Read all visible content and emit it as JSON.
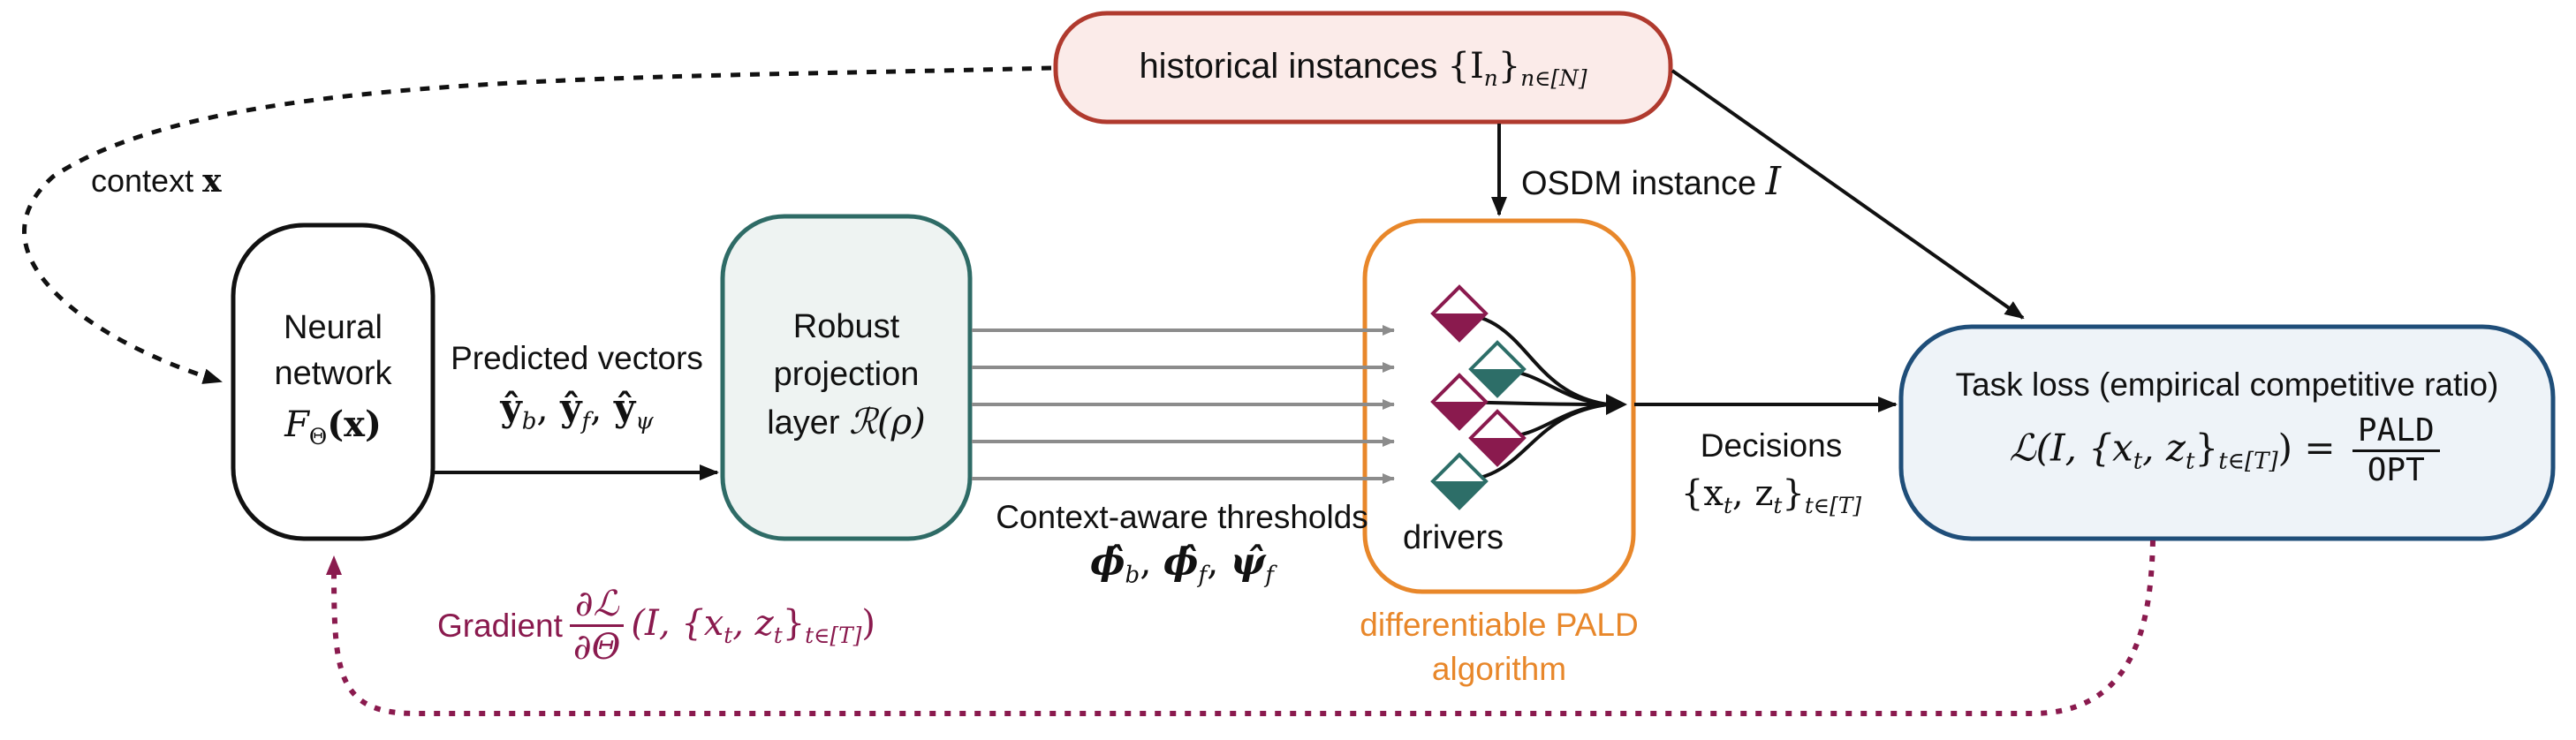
{
  "historical": {
    "text": "historical instances",
    "math": "{I",
    "math_sub_n": "n",
    "math_close": "}",
    "math_sub_set": "n∈[N]"
  },
  "context": {
    "text": "context",
    "var": "x"
  },
  "osdm": {
    "text": "OSDM instance",
    "var": "I"
  },
  "neural": {
    "line1": "Neural",
    "line2": "network",
    "func": "F",
    "func_sub": "Θ",
    "func_arg": "(x)"
  },
  "predicted": {
    "title": "Predicted vectors",
    "vectors": "ŷ",
    "subs": [
      "b",
      "f",
      "ψ"
    ]
  },
  "robust": {
    "line1": "Robust",
    "line2": "projection",
    "line3": "layer",
    "op": "ℛ(ρ)"
  },
  "thresholds": {
    "title": "Context-aware thresholds",
    "symbols": [
      "ϕ̂",
      "ϕ̂",
      "ψ̂"
    ],
    "subs": [
      "b",
      "f",
      "f"
    ]
  },
  "drivers": {
    "label": "drivers"
  },
  "pald": {
    "line1": "differentiable PALD",
    "line2": "algorithm"
  },
  "decisions": {
    "title": "Decisions",
    "math": "{x",
    "math_mid": ", z",
    "math_t": "t",
    "math_close": "}",
    "math_sub": "t∈[T]"
  },
  "taskloss": {
    "title": "Task loss (empirical competitive ratio)",
    "lhs": "ℒ(I, {x",
    "lhs_mid": ", z",
    "lhs_t": "t",
    "lhs_close": "}",
    "lhs_sub": "t∈[T]",
    "rhs_paren": ") =",
    "num": "PALD",
    "den": "OPT"
  },
  "gradient": {
    "text": "Gradient",
    "num": "∂ℒ",
    "den": "∂Θ",
    "args": "(I, {x",
    "args_mid": ", z",
    "args_t": "t",
    "args_close": "}",
    "args_sub": "t∈[T]",
    "args_end": ")"
  },
  "colors": {
    "historical_border": "#b03a2e",
    "historical_fill": "#fbebe9",
    "robust_border": "#2e6b66",
    "robust_fill": "#eef3f2",
    "pald_border": "#e8872a",
    "taskloss_border": "#1f4e79",
    "taskloss_fill": "#eef3f8",
    "gradient_purple": "#8a1a4e",
    "driver_teal": "#2d6e68",
    "driver_magenta": "#8a1a4e",
    "arrow_gray": "#8c8c8c"
  }
}
